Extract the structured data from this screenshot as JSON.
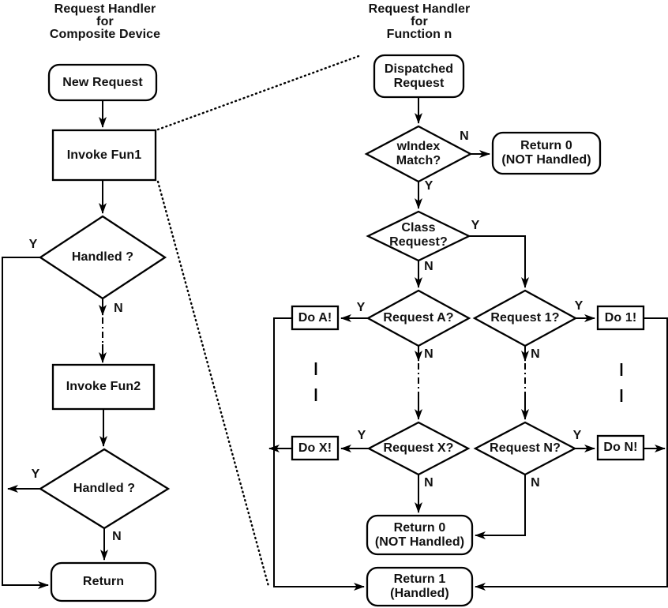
{
  "left_chart": {
    "title": "Request Handler\nfor\nComposite Device",
    "nodes": {
      "new_request": "New Request",
      "invoke_fun1": "Invoke Fun1",
      "handled_1": "Handled ?",
      "invoke_fun2": "Invoke Fun2",
      "handled_2": "Handled ?",
      "return_node": "Return"
    }
  },
  "right_chart": {
    "title": "Request Handler\nfor\nFunction n",
    "nodes": {
      "dispatched_request": "Dispatched\nRequest",
      "windex_match": "wIndex\nMatch?",
      "return_0_top": "Return 0\n(NOT Handled)",
      "class_request": "Class\nRequest?",
      "request_a": "Request A?",
      "request_1": "Request 1?",
      "do_a": "Do A!",
      "do_1": "Do 1!",
      "request_x": "Request X?",
      "request_n": "Request N?",
      "do_x": "Do X!",
      "do_n": "Do N!",
      "return_0_bottom": "Return 0\n(NOT Handled)",
      "return_1": "Return 1\n(Handled)"
    }
  },
  "branch_labels": {
    "yes": "Y",
    "no": "N"
  },
  "colors": {
    "stroke": "#000000",
    "background": "#ffffff",
    "text": "#111111"
  }
}
